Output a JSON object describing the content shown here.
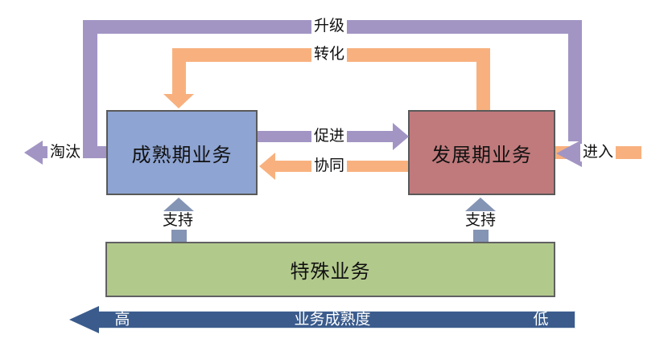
{
  "diagram": {
    "boxes": {
      "mature": {
        "label": "成熟期业务",
        "fill": "#8EA4D2"
      },
      "develop": {
        "label": "发展期业务",
        "fill": "#C07A7C"
      },
      "special": {
        "label": "特殊业务",
        "fill": "#B2C98C"
      }
    },
    "arrows": {
      "upgrade": {
        "label": "升级",
        "color": "#A295C4",
        "from": "mature-left",
        "to": "develop-right"
      },
      "transform": {
        "label": "转化",
        "color": "#F8B17E",
        "from": "develop-top",
        "to": "mature-top"
      },
      "promote": {
        "label": "促进",
        "color": "#A295C4",
        "from": "mature-right",
        "to": "develop-left"
      },
      "synergy": {
        "label": "协同",
        "color": "#F8B17E",
        "from": "develop-left",
        "to": "mature-right"
      },
      "eliminate": {
        "label": "淘汰",
        "color": "#A295C4",
        "from": "mature-left",
        "to": "out-left"
      },
      "enter": {
        "label": "进入",
        "color": "#F8B17E",
        "from": "right-edge",
        "to": "develop-right"
      },
      "support_left": {
        "label": "支持",
        "color": "#8494B4",
        "from": "special-top",
        "to": "mature-bottom"
      },
      "support_right": {
        "label": "支持",
        "color": "#8494B4",
        "from": "special-top",
        "to": "develop-bottom"
      }
    },
    "maturity_axis": {
      "label_high": "高",
      "label_center": "业务成熟度",
      "label_low": "低",
      "color": "#3A5B8C",
      "direction": "pointing-left"
    }
  }
}
